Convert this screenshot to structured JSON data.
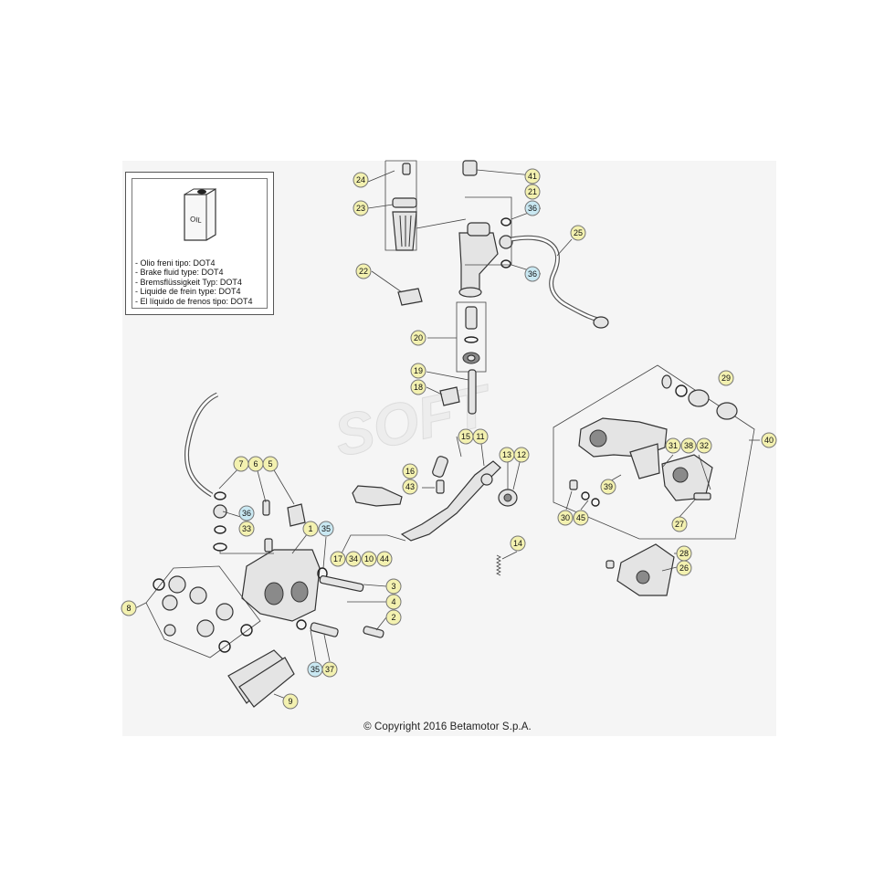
{
  "legend": {
    "oil_label": "OIL",
    "lines": [
      "- Olio freni tipo: DOT4",
      "- Brake fluid type: DOT4",
      "- Bremsflüssigkeit Typ: DOT4",
      "- Liquide de frein type: DOT4",
      "- El líquido de frenos tipo: DOT4"
    ]
  },
  "watermark": "SOFT",
  "copyright": "© Copyright 2016 Betamotor S.p.A.",
  "callouts": [
    {
      "label": "24",
      "style": "yellow"
    },
    {
      "label": "23",
      "style": "yellow"
    },
    {
      "label": "41",
      "style": "yellow"
    },
    {
      "label": "21",
      "style": "yellow"
    },
    {
      "label": "36",
      "style": "blue"
    },
    {
      "label": "25",
      "style": "yellow"
    },
    {
      "label": "36",
      "style": "blue"
    },
    {
      "label": "22",
      "style": "yellow"
    },
    {
      "label": "20",
      "style": "yellow"
    },
    {
      "label": "19",
      "style": "yellow"
    },
    {
      "label": "18",
      "style": "yellow"
    },
    {
      "label": "29",
      "style": "yellow"
    },
    {
      "label": "40",
      "style": "yellow"
    },
    {
      "label": "15",
      "style": "yellow"
    },
    {
      "label": "11",
      "style": "yellow"
    },
    {
      "label": "13",
      "style": "yellow"
    },
    {
      "label": "12",
      "style": "yellow"
    },
    {
      "label": "31",
      "style": "yellow"
    },
    {
      "label": "38",
      "style": "yellow"
    },
    {
      "label": "32",
      "style": "yellow"
    },
    {
      "label": "16",
      "style": "yellow"
    },
    {
      "label": "43",
      "style": "yellow"
    },
    {
      "label": "39",
      "style": "yellow"
    },
    {
      "label": "7",
      "style": "yellow"
    },
    {
      "label": "6",
      "style": "yellow"
    },
    {
      "label": "5",
      "style": "yellow"
    },
    {
      "label": "36",
      "style": "blue"
    },
    {
      "label": "30",
      "style": "yellow"
    },
    {
      "label": "45",
      "style": "yellow"
    },
    {
      "label": "27",
      "style": "yellow"
    },
    {
      "label": "33",
      "style": "yellow"
    },
    {
      "label": "1",
      "style": "yellow"
    },
    {
      "label": "35",
      "style": "blue"
    },
    {
      "label": "17",
      "style": "yellow"
    },
    {
      "label": "34",
      "style": "yellow"
    },
    {
      "label": "10",
      "style": "yellow"
    },
    {
      "label": "44",
      "style": "yellow"
    },
    {
      "label": "14",
      "style": "yellow"
    },
    {
      "label": "28",
      "style": "yellow"
    },
    {
      "label": "26",
      "style": "yellow"
    },
    {
      "label": "3",
      "style": "yellow"
    },
    {
      "label": "4",
      "style": "yellow"
    },
    {
      "label": "8",
      "style": "yellow"
    },
    {
      "label": "2",
      "style": "yellow"
    },
    {
      "label": "35",
      "style": "blue"
    },
    {
      "label": "37",
      "style": "yellow"
    },
    {
      "label": "9",
      "style": "yellow"
    }
  ]
}
